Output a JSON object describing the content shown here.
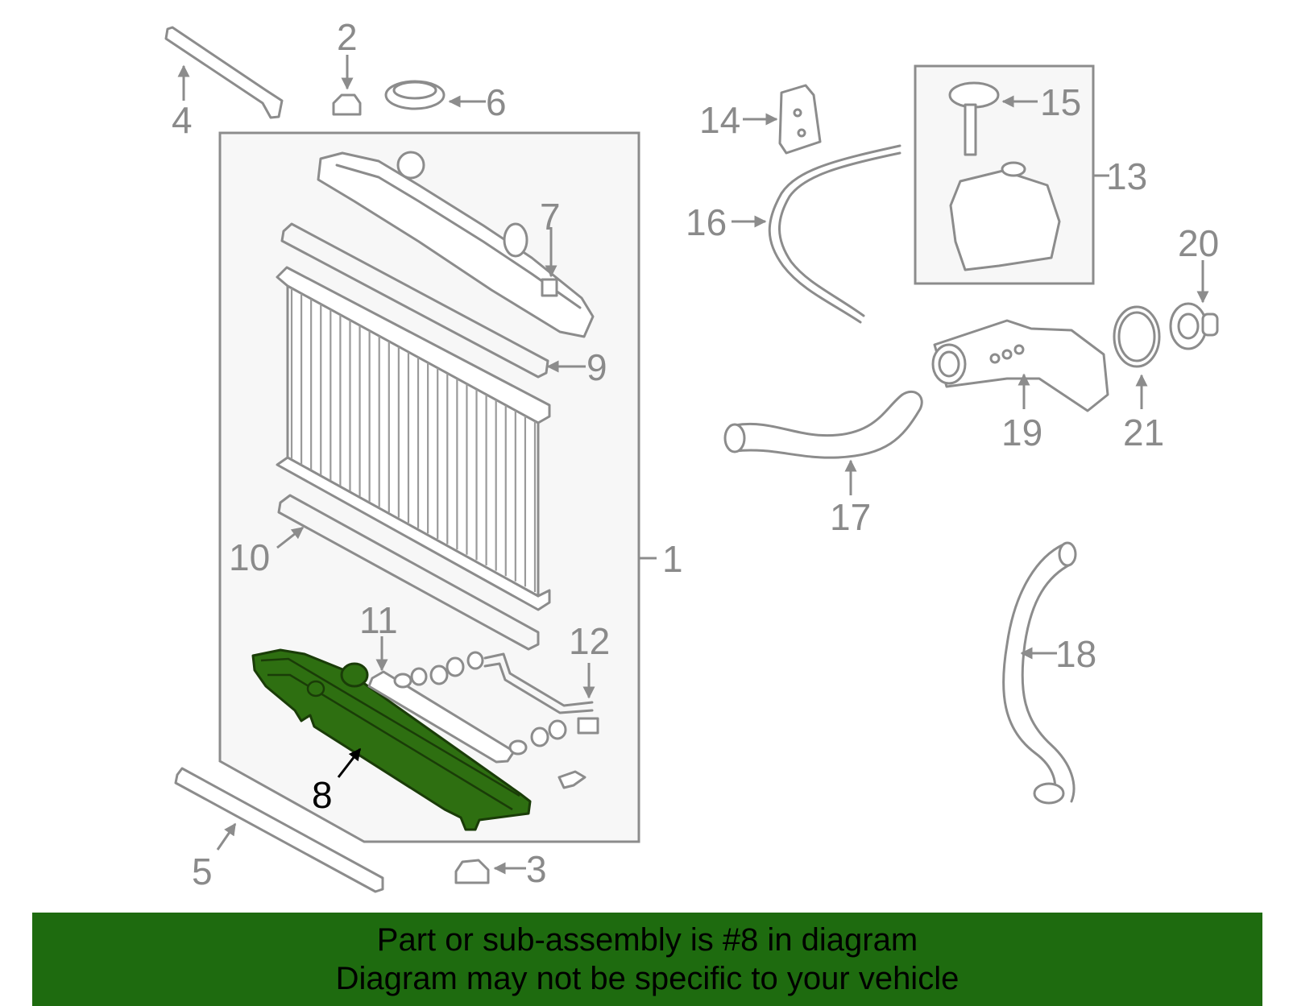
{
  "diagram": {
    "callouts": [
      "1",
      "2",
      "3",
      "4",
      "5",
      "6",
      "7",
      "8",
      "9",
      "10",
      "11",
      "12",
      "13",
      "14",
      "15",
      "16",
      "17",
      "18",
      "19",
      "20",
      "21"
    ],
    "highlighted_part": "8",
    "highlight_color": "#2e6f11",
    "banner_color": "#1e6b0f"
  },
  "banner": {
    "line1": "Part or sub-assembly is #8 in diagram",
    "line2": "Diagram may not be specific to your vehicle"
  }
}
